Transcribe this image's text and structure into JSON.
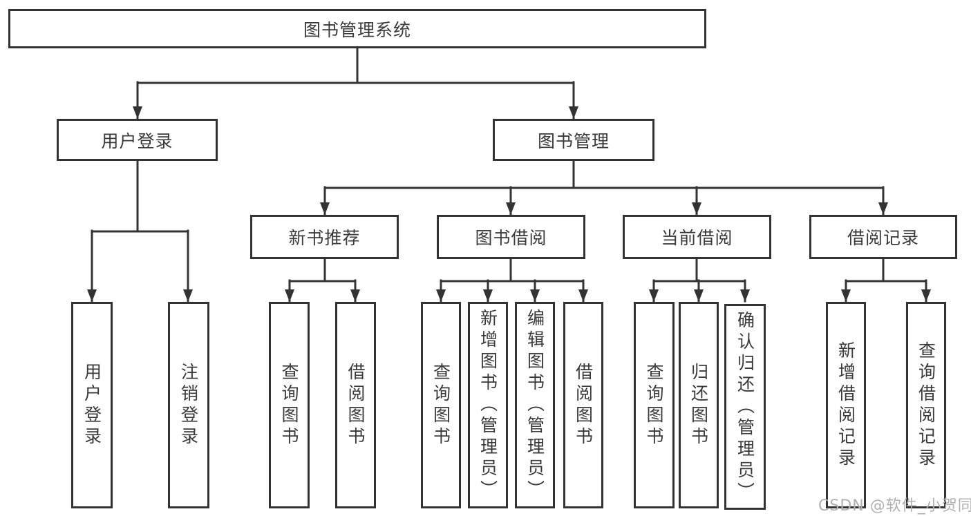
{
  "colors": {
    "line": "#333333",
    "box_border": "#333333",
    "text": "#3a3a3a",
    "background": "#ffffff",
    "watermark": "#b0b0b0"
  },
  "tree": {
    "root": {
      "label": "图书管理系统"
    },
    "branches": [
      {
        "label": "用户登录",
        "children": [
          {
            "label": "用户登录"
          },
          {
            "label": "注销登录"
          }
        ]
      },
      {
        "label": "图书管理",
        "children": [
          {
            "label": "新书推荐",
            "children": [
              {
                "label": "查询图书"
              },
              {
                "label": "借阅图书"
              }
            ]
          },
          {
            "label": "图书借阅",
            "children": [
              {
                "label": "查询图书"
              },
              {
                "label": "新增图书（管理员）"
              },
              {
                "label": "编辑图书（管理员）"
              },
              {
                "label": "借阅图书"
              }
            ]
          },
          {
            "label": "当前借阅",
            "children": [
              {
                "label": "查询图书"
              },
              {
                "label": "归还图书"
              },
              {
                "label": "确认归还（管理员）"
              }
            ]
          },
          {
            "label": "借阅记录",
            "children": [
              {
                "label": "新增借阅记录"
              },
              {
                "label": "查询借阅记录"
              }
            ]
          }
        ]
      }
    ]
  },
  "watermark": {
    "text": "CSDN @软件_小贺同学"
  }
}
